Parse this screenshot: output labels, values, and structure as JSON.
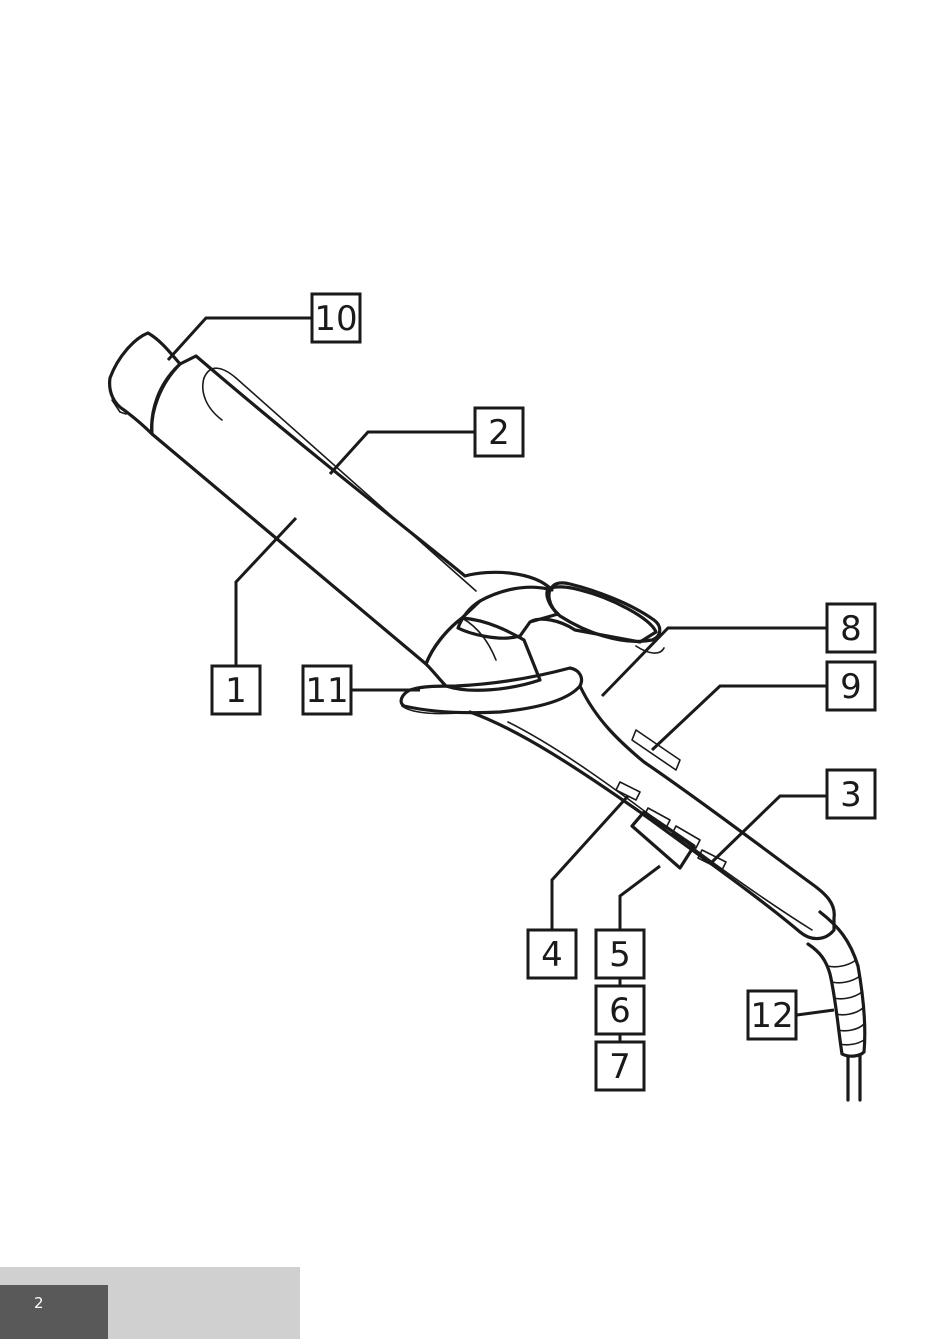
{
  "callouts": [
    {
      "id": "c10",
      "label": "10"
    },
    {
      "id": "c2",
      "label": "2"
    },
    {
      "id": "c1",
      "label": "1"
    },
    {
      "id": "c11",
      "label": "11"
    },
    {
      "id": "c8",
      "label": "8"
    },
    {
      "id": "c9",
      "label": "9"
    },
    {
      "id": "c3",
      "label": "3"
    },
    {
      "id": "c4",
      "label": "4"
    },
    {
      "id": "c5",
      "label": "5"
    },
    {
      "id": "c6",
      "label": "6"
    },
    {
      "id": "c7",
      "label": "7"
    },
    {
      "id": "c12",
      "label": "12"
    }
  ],
  "footer": {
    "page_number": "2"
  },
  "colors": {
    "line": "#1a1a1a",
    "footer_light": "#d0d0d0",
    "footer_dark": "#595959"
  }
}
